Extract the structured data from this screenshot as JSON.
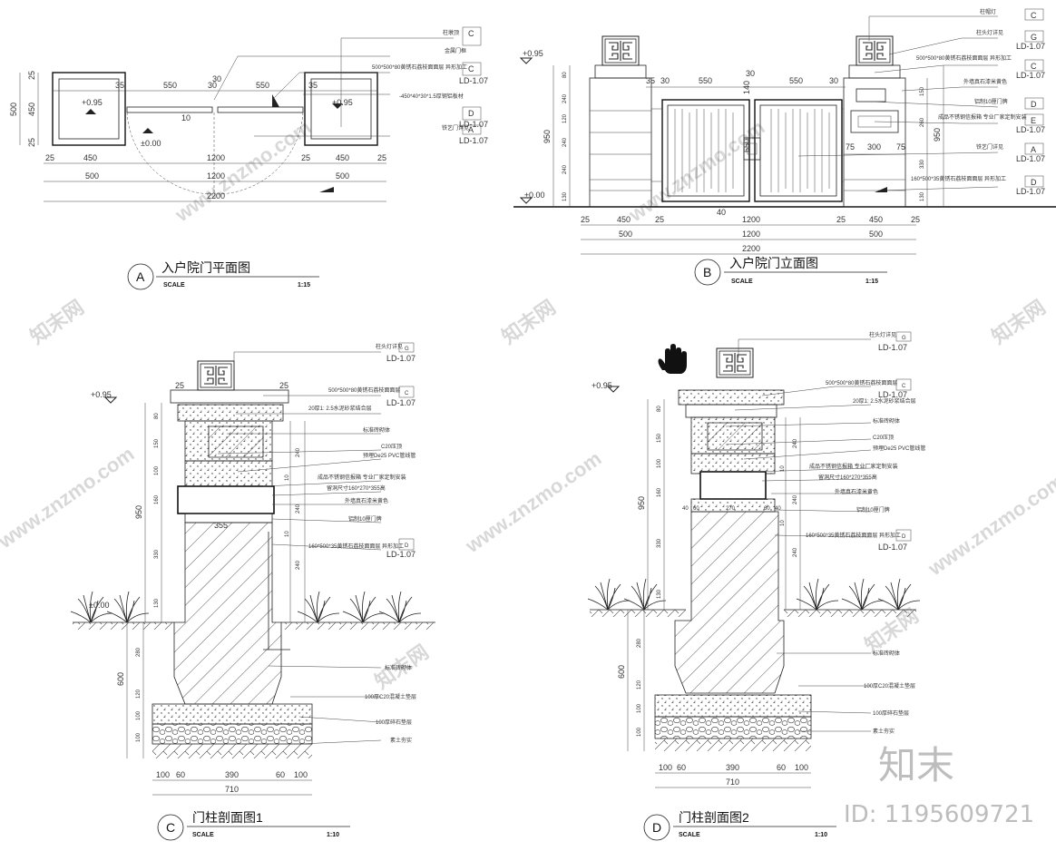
{
  "watermark": {
    "site": "www.znzmo.com",
    "cn": "知末网",
    "brand": "知末",
    "id": "ID: 1195609721"
  },
  "views": {
    "A": {
      "letter": "A",
      "title": "入户院门平面图",
      "scale_label": "SCALE",
      "scale": "1:15"
    },
    "B": {
      "letter": "B",
      "title": "入户院门立面图",
      "scale_label": "SCALE",
      "scale": "1:15"
    },
    "C": {
      "letter": "C",
      "title": "门柱剖面图1",
      "scale_label": "SCALE",
      "scale": "1:10"
    },
    "D": {
      "letter": "D",
      "title": "门柱剖面图2",
      "scale_label": "SCALE",
      "scale": "1:10"
    }
  },
  "plan": {
    "elev_left": "+0.95",
    "elev_right": "+0.95",
    "elev_center": "±0.00",
    "dims_top": [
      "35",
      "550",
      "30",
      "30",
      "550",
      "35"
    ],
    "dims_row1": [
      "25",
      "450",
      "1200",
      "25",
      "450",
      "25"
    ],
    "dims_row2": [
      "500",
      "1200",
      "500"
    ],
    "dims_total": "2200",
    "dims_left": [
      "25",
      "450",
      "25"
    ],
    "dims_left_total": "500",
    "gap": "10",
    "callouts": [
      {
        "text": "柱墩顶",
        "code": "C"
      },
      {
        "text": "金属门框",
        "code": ""
      },
      {
        "text": "500*500*80黄锈石荔枝面面层 异形加工",
        "code": "C"
      },
      {
        "text": "-450*40*30*1.5厚钢铝板材",
        "code": ""
      },
      {
        "text": "LD-1.07",
        "code": "D"
      },
      {
        "text": "铁艺门详见",
        "code": "A"
      }
    ],
    "ref": "LD-1.07"
  },
  "elevation": {
    "elev_top": "+0.95",
    "elev_base": "±0.00",
    "dims_left": [
      "80",
      "240",
      "120",
      "240",
      "240",
      "130"
    ],
    "dims_left_total": "950",
    "dims_right": [
      "150",
      "260",
      "330",
      "130"
    ],
    "dims_right_total": "950",
    "dims_top": [
      "35",
      "30",
      "550",
      "140",
      "30",
      "550",
      "30"
    ],
    "dims_mid": [
      "75",
      "300",
      "75"
    ],
    "dims_row1": [
      "25",
      "450",
      "25",
      "1200",
      "25",
      "450",
      "25"
    ],
    "dims_row2": [
      "500",
      "1200",
      "500"
    ],
    "dims_total": "2200",
    "door_height": "650",
    "bottom_gap": "40",
    "callouts": [
      {
        "text": "柱帽灯",
        "code": "C"
      },
      {
        "text": "柱头灯详见",
        "code": "G"
      },
      {
        "text": "500*500*80黄锈石荔枝面面层 异形加工",
        "code": "C"
      },
      {
        "text": "外墙真石漆米黄色",
        "code": ""
      },
      {
        "text": "铝制10厘门牌",
        "code": "D"
      },
      {
        "text": "成品不锈钢信报箱 专业厂家定制安装",
        "code": "E"
      },
      {
        "text": "铁艺门详见",
        "code": "A"
      },
      {
        "text": "160*500*35黄锈石荔枝面面层 异形加工",
        "code": "D"
      }
    ],
    "ref": "LD-1.07"
  },
  "section1": {
    "elev_top": "+0.95",
    "dims_top": [
      "25",
      "25"
    ],
    "dims_left": [
      "80",
      "150",
      "100",
      "160",
      "330",
      "130"
    ],
    "dims_left_total": "950",
    "dims_below": [
      "280",
      "120",
      "100",
      "100"
    ],
    "dims_below_total": "600",
    "dims_right": [
      "240",
      "10",
      "240",
      "10",
      "240"
    ],
    "dims_box": "355",
    "dims_bottom": [
      "100",
      "60",
      "390",
      "60",
      "100"
    ],
    "dims_bottom_total": "710",
    "ground_mark": "±0.00",
    "callouts": [
      {
        "text": "柱头灯详见",
        "code": "G"
      },
      {
        "text": "500*500*80黄锈石荔枝面面层",
        "code": "C"
      },
      {
        "text": "20厚1: 2.5水泥砂浆结合层",
        "code": ""
      },
      {
        "text": "标准砖砌体",
        "code": ""
      },
      {
        "text": "C20压顶",
        "code": ""
      },
      {
        "text": "预埋De25 PVC管线管",
        "code": ""
      },
      {
        "text": "成品不锈钢信报箱 专业厂家定制安装",
        "code": ""
      },
      {
        "text": "留洞尺寸160*270*355高",
        "code": ""
      },
      {
        "text": "外墙真石漆米黄色",
        "code": ""
      },
      {
        "text": "铝制10厘门牌",
        "code": ""
      },
      {
        "text": "160*500*35黄锈石荔枝面面层 异形加工",
        "code": "D"
      },
      {
        "text": "标准砖砌体",
        "code": ""
      },
      {
        "text": "100厚C20混凝土垫层",
        "code": ""
      },
      {
        "text": "100厚碎石垫层",
        "code": ""
      },
      {
        "text": "素土夯实",
        "code": ""
      }
    ],
    "ref": "LD-1.07"
  },
  "section2": {
    "elev_top": "+0.95",
    "dims_left": [
      "80",
      "150",
      "100",
      "160",
      "330",
      "130"
    ],
    "dims_left_total": "950",
    "dims_below": [
      "280",
      "120",
      "100",
      "100"
    ],
    "dims_below_total": "600",
    "dims_right": [
      "240",
      "10",
      "240",
      "10",
      "240"
    ],
    "dims_box": [
      "40",
      "60",
      "270",
      "60",
      "40"
    ],
    "dims_bottom": [
      "100",
      "60",
      "390",
      "60",
      "100"
    ],
    "dims_bottom_total": "710",
    "callouts": [
      {
        "text": "柱头灯详见",
        "code": "G"
      },
      {
        "text": "500*500*80黄锈石荔枝面面层",
        "code": "C"
      },
      {
        "text": "20厚1: 2.5水泥砂浆结合层",
        "code": ""
      },
      {
        "text": "标准砖砌体",
        "code": ""
      },
      {
        "text": "C20压顶",
        "code": ""
      },
      {
        "text": "预埋De25 PVC管线管",
        "code": ""
      },
      {
        "text": "成品不锈钢信报箱 专业厂家定制安装",
        "code": ""
      },
      {
        "text": "留洞尺寸160*270*355高",
        "code": ""
      },
      {
        "text": "外墙真石漆米黄色",
        "code": ""
      },
      {
        "text": "铝制10厘门牌",
        "code": ""
      },
      {
        "text": "160*500*35黄锈石荔枝面面层 异形加工",
        "code": "D"
      },
      {
        "text": "标准砖砌体",
        "code": ""
      },
      {
        "text": "100厚C20混凝土垫层",
        "code": ""
      },
      {
        "text": "100厚碎石垫层",
        "code": ""
      },
      {
        "text": "素土夯实",
        "code": ""
      }
    ],
    "ref": "LD-1.07"
  }
}
